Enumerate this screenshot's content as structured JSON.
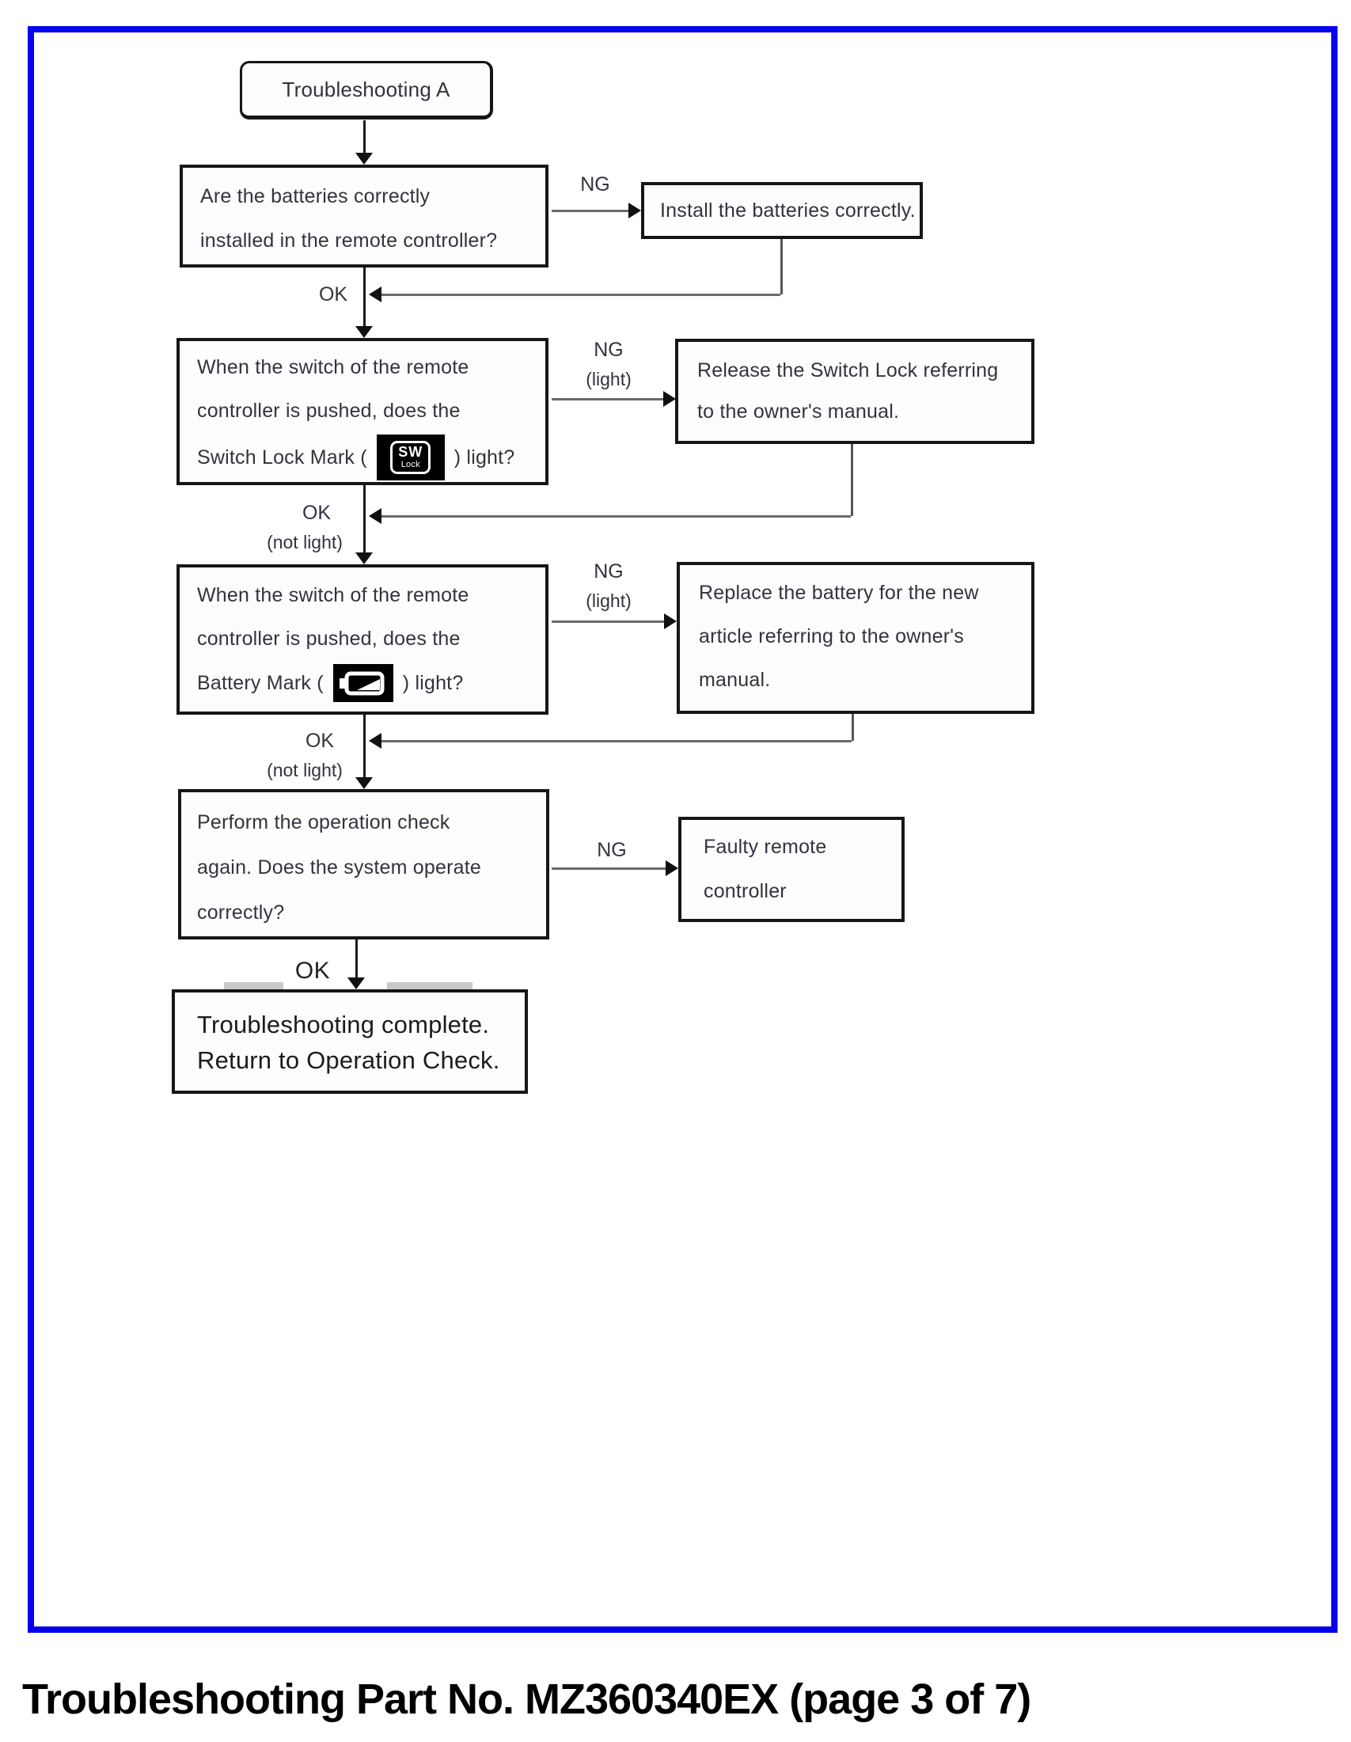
{
  "page": {
    "caption": "Troubleshooting Part No. MZ360340EX (page 3 of 7)"
  },
  "colors": {
    "frame_border": "#0202ee",
    "box_border": "#161616",
    "text": "#33333d"
  },
  "flowchart": {
    "start": {
      "label": "Troubleshooting A"
    },
    "q1": {
      "line1": "Are the batteries correctly",
      "line2": "installed in the remote controller?"
    },
    "a1": {
      "line1": "Install the batteries correctly."
    },
    "q2": {
      "line1": "When the switch of the remote",
      "line2": "controller is pushed, does the",
      "line3_pre": "Switch Lock Mark (",
      "line3_post": ") light?"
    },
    "a2": {
      "line1": "Release the Switch Lock referring",
      "line2": "to the owner's manual."
    },
    "q3": {
      "line1": "When the switch of the remote",
      "line2": "controller is pushed, does the",
      "line3_pre": "Battery Mark (",
      "line3_post": ") light?"
    },
    "a3": {
      "line1": "Replace the battery for the new",
      "line2": "article referring to the owner's",
      "line3": "manual."
    },
    "q4": {
      "line1": "Perform the operation check",
      "line2": "again. Does the system operate",
      "line3": "correctly?"
    },
    "a4": {
      "line1": "Faulty remote",
      "line2": "controller"
    },
    "end": {
      "line1": "Troubleshooting complete.",
      "line2": "Return to Operation Check."
    },
    "labels": {
      "ng": "NG",
      "ok": "OK",
      "light": "(light)",
      "not_light": "(not light)"
    },
    "icons": {
      "sw_lock_line1": "SW",
      "sw_lock_line2": "Lock"
    }
  }
}
